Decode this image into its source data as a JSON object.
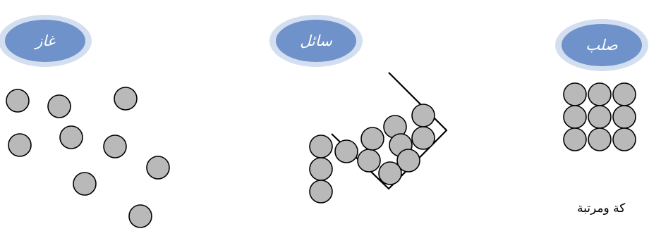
{
  "labels": {
    "gas": "غاز",
    "liquid": "سائل",
    "solid": "صلب"
  },
  "caption": "كة ومرتبة",
  "colors": {
    "badge_outer": "#d3dff0",
    "badge_inner": "#6e92c9",
    "particle_fill": "#b9b9b9",
    "particle_stroke": "#000000"
  }
}
